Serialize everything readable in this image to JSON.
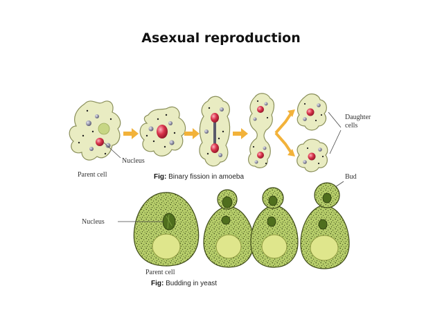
{
  "title": "Asexual reproduction",
  "amoeba": {
    "parent_label": "Parent cell",
    "nucleus_label": "Nucleus",
    "daughter_label_1": "Daughter",
    "daughter_label_2": "cells",
    "caption_prefix": "Fig:",
    "caption_text": " Binary fission in amoeba"
  },
  "yeast": {
    "nucleus_label": "Nucleus",
    "bud_label": "Bud",
    "parent_label": "Parent cell",
    "caption_prefix": "Fig:",
    "caption_text": " Budding in yeast"
  },
  "colors": {
    "amoeba_fill": "#e9ecc2",
    "amoeba_stroke": "#8a8f5a",
    "yeast_fill": "#b9cf6e",
    "yeast_vacuole": "#dfe68c",
    "nucleus_red": "#d8324a",
    "arrow_orange": "#f2b23a"
  }
}
